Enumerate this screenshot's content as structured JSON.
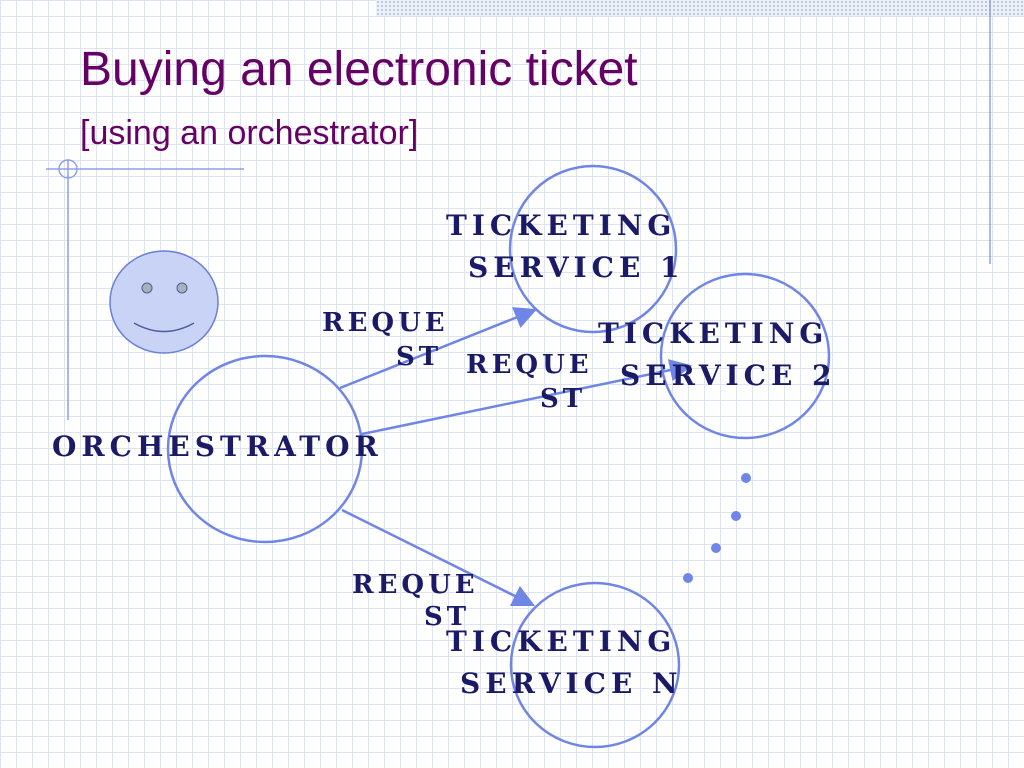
{
  "slide": {
    "title": "Buying an electronic ticket",
    "subtitle": "[using an orchestrator]"
  },
  "diagram": {
    "orchestrator_label": "Orchestrator",
    "service_1_label": [
      "Ticketing",
      "service 1"
    ],
    "service_2_label": [
      "Ticketing",
      "service 2"
    ],
    "service_n_label": [
      "Ticketing",
      "service n"
    ],
    "request_label": [
      "Reque",
      "st"
    ]
  },
  "colors": {
    "title": "#660066",
    "node_outline": "#6f86e6",
    "node_label": "#1a1a66",
    "face_fill": "#c8d3f5",
    "grid": "#dde3ef"
  },
  "icons": [
    "smiley-face-icon",
    "ellipsis-dots-icon"
  ]
}
